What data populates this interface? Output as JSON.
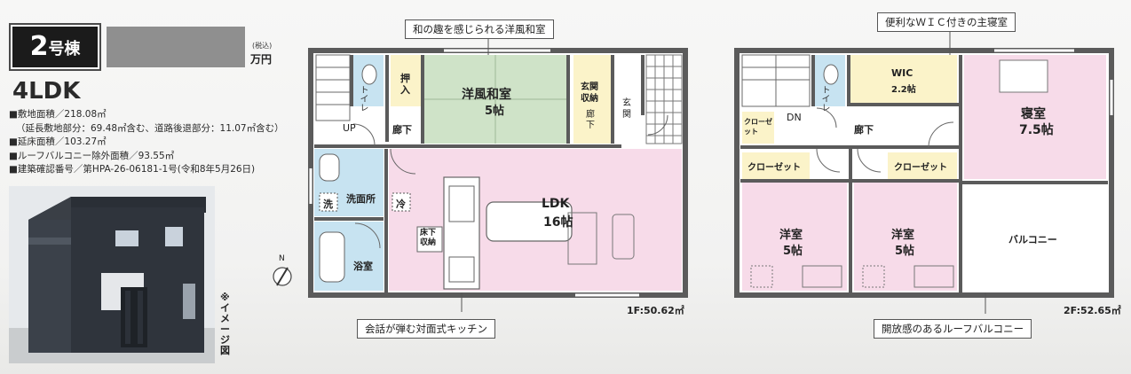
{
  "building": {
    "number": "2",
    "suffix": "号棟"
  },
  "price": {
    "tax_label": "(税込)",
    "unit": "万円"
  },
  "layout_type": "4LDK",
  "specs": [
    "■敷地面積／218.08㎡",
    "（延長敷地部分：69.48㎡含む、道路後退部分：11.07㎡含む）",
    "■延床面積／103.27㎡",
    "■ルーフバルコニー除外面積／93.55㎡",
    "■建築確認番号／第HPA-26-06181-1号(令和8年5月26日)"
  ],
  "image_note": "※イメージ図",
  "floor1": {
    "area_label": "1F:50.62㎡",
    "callout_top": "和の趣を感じられる洋風和室",
    "callout_bottom": "会話が弾む対面式キッチン",
    "rooms": {
      "toilet": "トイレ",
      "oshiire": "押入",
      "washitsu": "洋風和室",
      "washitsu_size": "5帖",
      "genkan_storage": "玄関収納",
      "genkan": "玄関",
      "rouka_small": "廊下",
      "up": "UP",
      "rouka": "廊下",
      "wash_mark": "洗",
      "senmenjo": "洗面所",
      "fridge_mark": "冷",
      "ldk": "LDK",
      "ldk_size": "16帖",
      "floor_storage": "床下収納",
      "bath": "浴室"
    },
    "compass": "N"
  },
  "floor2": {
    "area_label": "2F:52.65㎡",
    "callout_top": "便利なＷＩＣ付きの主寝室",
    "callout_bottom": "開放感のあるルーフバルコニー",
    "rooms": {
      "toilet": "トイレ",
      "wic": "WIC",
      "wic_size": "2.2帖",
      "bedroom": "寝室",
      "bedroom_size": "7.5帖",
      "dn": "DN",
      "closet_small": "クローゼット",
      "rouka": "廊下",
      "closet1": "クローゼット",
      "closet2": "クローゼット",
      "youshitsu1": "洋室",
      "youshitsu1_size": "5帖",
      "youshitsu2": "洋室",
      "youshitsu2_size": "5帖",
      "balcony": "バルコニー"
    }
  },
  "colors": {
    "wall": "#5b5b5b",
    "washitsu": "#cfe3c8",
    "ldk": "#f7dbe9",
    "wet": "#c7e3f1",
    "storage": "#fbf3c9",
    "bedroom": "#f7dbe9"
  }
}
